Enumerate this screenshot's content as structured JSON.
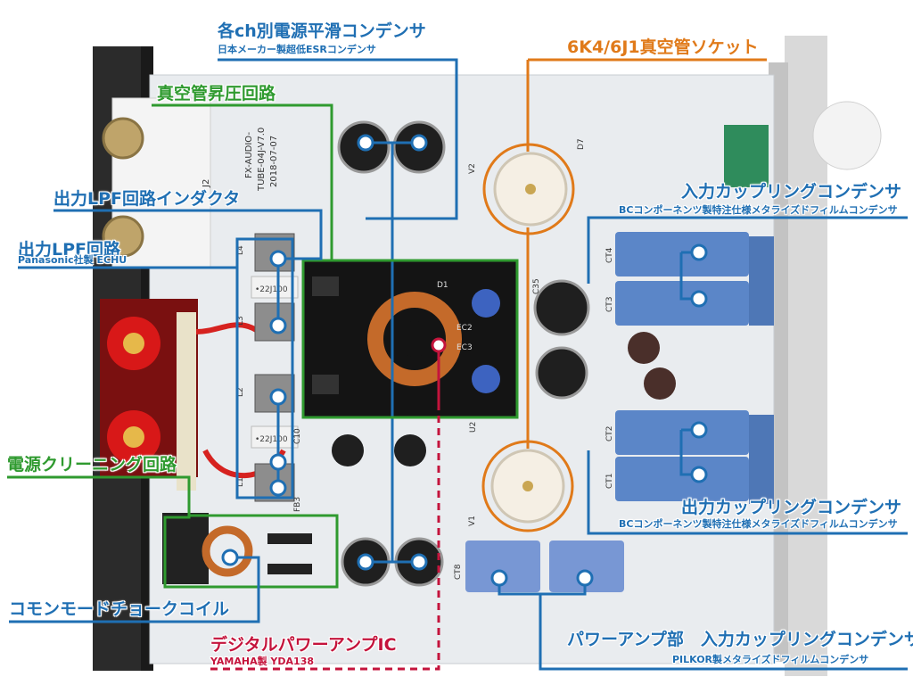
{
  "callouts": {
    "smoothing_caps": {
      "title": "各ch別電源平滑コンデンサ",
      "subtitle": "日本メーカー製超低ESRコンデンサ"
    },
    "tube_socket": {
      "title": "6K4/6J1真空管ソケット"
    },
    "tube_boost": {
      "title": "真空管昇圧回路"
    },
    "lpf_inductor": {
      "title": "出力LPF回路インダクタ"
    },
    "lpf_circuit": {
      "title": "出力LPF回路",
      "subtitle": "Panasonic社製 ECHU"
    },
    "input_coupling": {
      "title": "入力カップリングコンデンサ",
      "subtitle": "BCコンポーネンツ製特注仕様メタライズドフィルムコンデンサ"
    },
    "output_coupling": {
      "title": "出力カップリングコンデンサ",
      "subtitle": "BCコンポーネンツ製特注仕様メタライズドフィルムコンデンサ"
    },
    "power_cleaning": {
      "title": "電源クリーニング回路"
    },
    "common_mode_choke": {
      "title": "コモンモードチョークコイル"
    },
    "digital_amp_ic": {
      "title": "デジタルパワーアンプIC",
      "subtitle": "YAMAHA製 YDA138"
    },
    "power_amp_input_coupling": {
      "title": "パワーアンプ部　入力カップリングコンデンサ",
      "subtitle": "PILKOR製メタライズドフィルムコンデンサ"
    }
  },
  "pcb_text": {
    "board_id": "FX-AUDIO-",
    "board_model": "TUBE-04J-V7.0",
    "board_date": "2018-07-07",
    "cap_code_a": "•22J100",
    "cap_code_b": "•22J100",
    "ref_l1": "L1",
    "ref_l2": "L2",
    "ref_l3": "L3",
    "ref_l4": "L4",
    "ref_v1": "V1",
    "ref_v2": "V2",
    "ref_ct1": "CT1",
    "ref_ct2": "CT2",
    "ref_ct3": "CT3",
    "ref_ct4": "CT4",
    "ref_ct8": "CT8",
    "ref_j2": "J2",
    "ref_d1": "D1",
    "ref_d7": "D7",
    "ref_ec2": "EC2",
    "ref_ec3": "EC3",
    "ref_u2": "U2",
    "ref_c35": "C35",
    "ref_c10": "C10",
    "ref_fb3": "FB3"
  },
  "colors": {
    "blue": "#1f6fb3",
    "green": "#2f9a2f",
    "orange": "#e07a1a",
    "red": "#c4143c",
    "pcb": "#e9ecef",
    "panel": "#2b2b2b",
    "film_cap": "#5b86c8"
  }
}
